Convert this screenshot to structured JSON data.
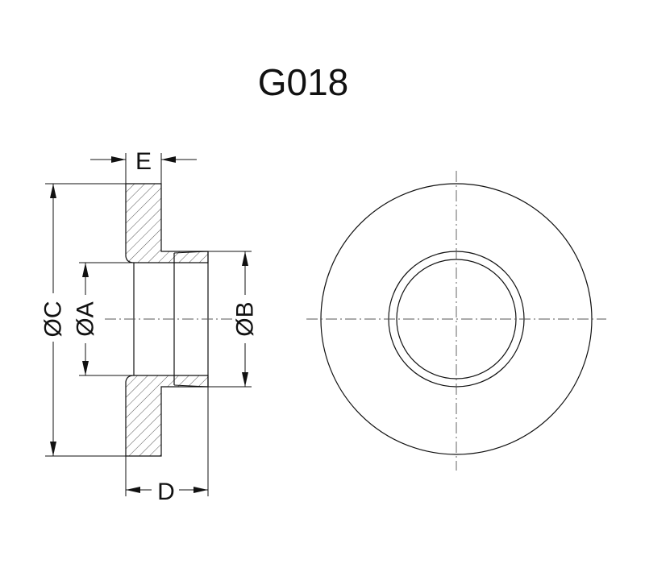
{
  "title": "G018",
  "dimensions": {
    "A": "ØA",
    "B": "ØB",
    "C": "ØC",
    "D": "D",
    "E": "E"
  },
  "colors": {
    "line": "#111111",
    "hatch": "#555555",
    "background": "#ffffff"
  }
}
